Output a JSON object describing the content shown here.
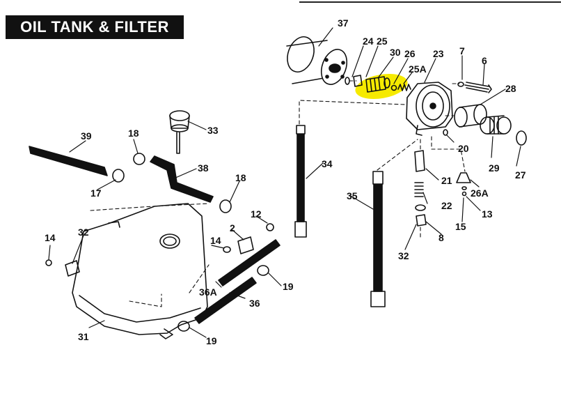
{
  "title": "OIL TANK & FILTER",
  "highlight_color": "#f6ea00",
  "ink_color": "#111111",
  "callouts": [
    "37",
    "24",
    "25",
    "30",
    "26",
    "25A",
    "23",
    "7",
    "6",
    "28",
    "20",
    "29",
    "27",
    "39",
    "18",
    "33",
    "38",
    "17",
    "18",
    "34",
    "21",
    "26A",
    "35",
    "22",
    "13",
    "15",
    "8",
    "14",
    "32",
    "12",
    "2",
    "14",
    "32",
    "36A",
    "19",
    "36",
    "31",
    "19"
  ]
}
